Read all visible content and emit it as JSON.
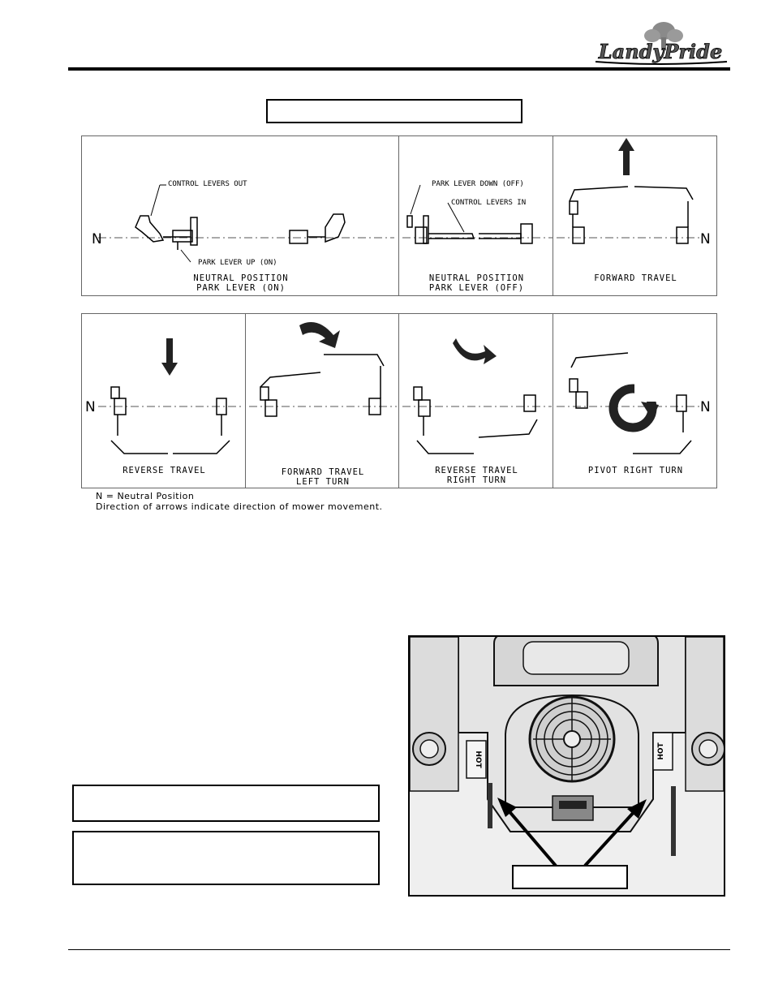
{
  "header": {
    "logo_text": "LandyPride"
  },
  "diagram": {
    "panels": [
      {
        "caption_line1": "NEUTRAL POSITION",
        "caption_line2": "PARK LEVER (ON)"
      },
      {
        "caption_line1": "NEUTRAL POSITION",
        "caption_line2": "PARK LEVER (OFF)"
      },
      {
        "caption_line1": "FORWARD TRAVEL",
        "caption_line2": ""
      },
      {
        "caption_line1": "REVERSE TRAVEL",
        "caption_line2": ""
      },
      {
        "caption_line1": "FORWARD TRAVEL",
        "caption_line2": "LEFT TURN"
      },
      {
        "caption_line1": "REVERSE TRAVEL",
        "caption_line2": "RIGHT TURN"
      },
      {
        "caption_line1": "PIVOT RIGHT TURN",
        "caption_line2": ""
      }
    ],
    "labels": {
      "control_levers_out": "CONTROL LEVERS OUT",
      "park_lever_up": "PARK LEVER UP (ON)",
      "park_lever_down": "PARK LEVER DOWN (OFF)",
      "control_levers_in": "CONTROL LEVERS IN"
    },
    "neutral_mark": "N",
    "legend_line1": "N = Neutral Position",
    "legend_line2": "Direction of arrows indicate direction of mower movement."
  },
  "photo": {
    "hot_label": "HOT"
  },
  "colors": {
    "line": "#000000",
    "panel_border": "#666666"
  }
}
